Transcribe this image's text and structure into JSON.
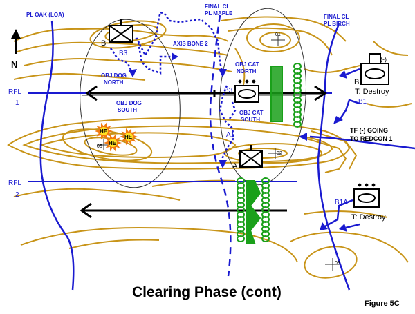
{
  "title": "Clearing Phase (cont)",
  "figure_label": "Figure 5C",
  "north_label": "N",
  "phase_lines": {
    "oak": "PL OAK (LOA)",
    "maple_line1": "FINAL CL",
    "maple_line2": "PL MAPLE",
    "birch_line1": "FINAL CL",
    "birch_line2": "PL BIRCH"
  },
  "fire_lines": {
    "rfl1_top": "RFL",
    "rfl1_bottom": "1",
    "rfl2_top": "RFL",
    "rfl2_bottom": "2"
  },
  "objectives": {
    "dog_north_line1": "OBJ DOG",
    "dog_north_line2": "NORTH",
    "dog_south_line1": "OBJ DOG",
    "dog_south_line2": "SOUTH",
    "cat_north_line1": "OBJ CAT",
    "cat_north_line2": "NORTH",
    "cat_south_line1": "OBJ CAT",
    "cat_south_line2": "SOUTH"
  },
  "axis_label": "AXIS BONE 2",
  "unit_labels": {
    "b3_top": "B3",
    "b3_mid": "B3",
    "b_top": "B",
    "a1": "A1",
    "a_unit": "A",
    "b_right": "B",
    "b1": "B1",
    "b1a": "B1A"
  },
  "task_labels": {
    "destroy_upper": "T: Destroy",
    "destroy_lower": "T: Destroy",
    "tf_line1": "TF (-) GOING",
    "tf_line2": "TO REDCON 1",
    "unit_size": "(-)"
  },
  "hill_labels": [
    "01",
    "02",
    "03",
    "05"
  ],
  "fire_markers": [
    "HE",
    "HE",
    "HE"
  ],
  "colors": {
    "contour": "#c89418",
    "friendly": "#1a1ad0",
    "obstacle": "#1aa01a",
    "fire": "#f07a10",
    "fire_center": "#ffe020"
  }
}
